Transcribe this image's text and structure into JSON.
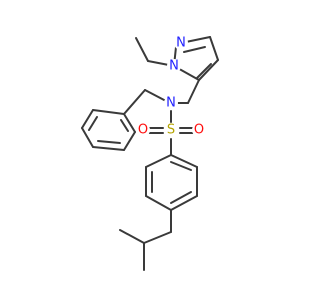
{
  "diagram": {
    "type": "chemical-structure",
    "atoms": [
      {
        "id": "N1",
        "label": "N",
        "color": "#2121ff"
      },
      {
        "id": "N2",
        "label": "N",
        "color": "#2121ff"
      },
      {
        "id": "N3",
        "label": "N",
        "color": "#2121ff"
      },
      {
        "id": "S1",
        "label": "S",
        "color": "#b5a500"
      },
      {
        "id": "O1",
        "label": "O",
        "color": "#ff0d0d"
      },
      {
        "id": "O2",
        "label": "O",
        "color": "#ff0d0d"
      }
    ]
  }
}
